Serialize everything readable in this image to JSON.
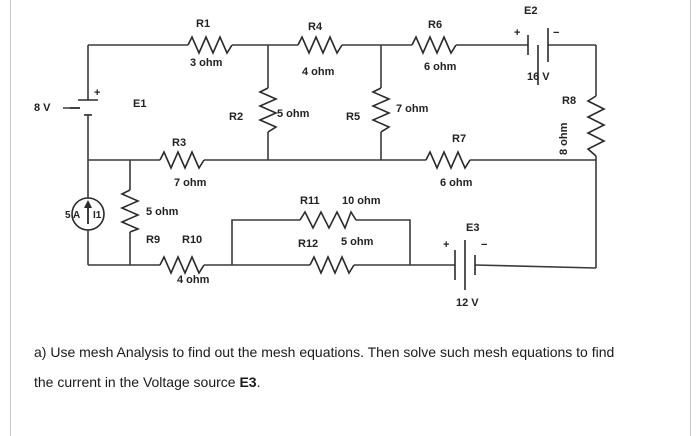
{
  "labels": {
    "E2": "E2",
    "E2_plus": "+",
    "E2_minus": "−",
    "E2_value": "16 V",
    "R1": "R1",
    "R1_value": "3 ohm",
    "R4": "R4",
    "R4_value": "4 ohm",
    "R6": "R6",
    "R6_value": "6 ohm",
    "R8": "R8",
    "R8_value": "8 ohm",
    "E1": "E1",
    "E1_value": "8 V",
    "E1_plus": "+",
    "R2": "R2",
    "R2_value": "5 ohm",
    "R5": "R5",
    "R5_value": "7 ohm",
    "R7": "R7",
    "R7_value": "6 ohm",
    "R3": "R3",
    "R3_value": "7 ohm",
    "I1": "I1",
    "I1_value": "5 A",
    "R9": "R9",
    "R9_value": "5 ohm",
    "R10": "R10",
    "R10_value": "4 ohm",
    "R11": "R11",
    "R11_value": "10 ohm",
    "R12": "R12",
    "R12_value": "5 ohm",
    "E3": "E3",
    "E3_plus": "+",
    "E3_minus": "−",
    "E3_value": "12 V"
  },
  "question": {
    "line1": "a) Use mesh Analysis to find out the mesh equations. Then solve such mesh equations  to find",
    "line2_prefix": "the current in the Voltage source ",
    "line2_bold": "E3",
    "line2_suffix": "."
  }
}
